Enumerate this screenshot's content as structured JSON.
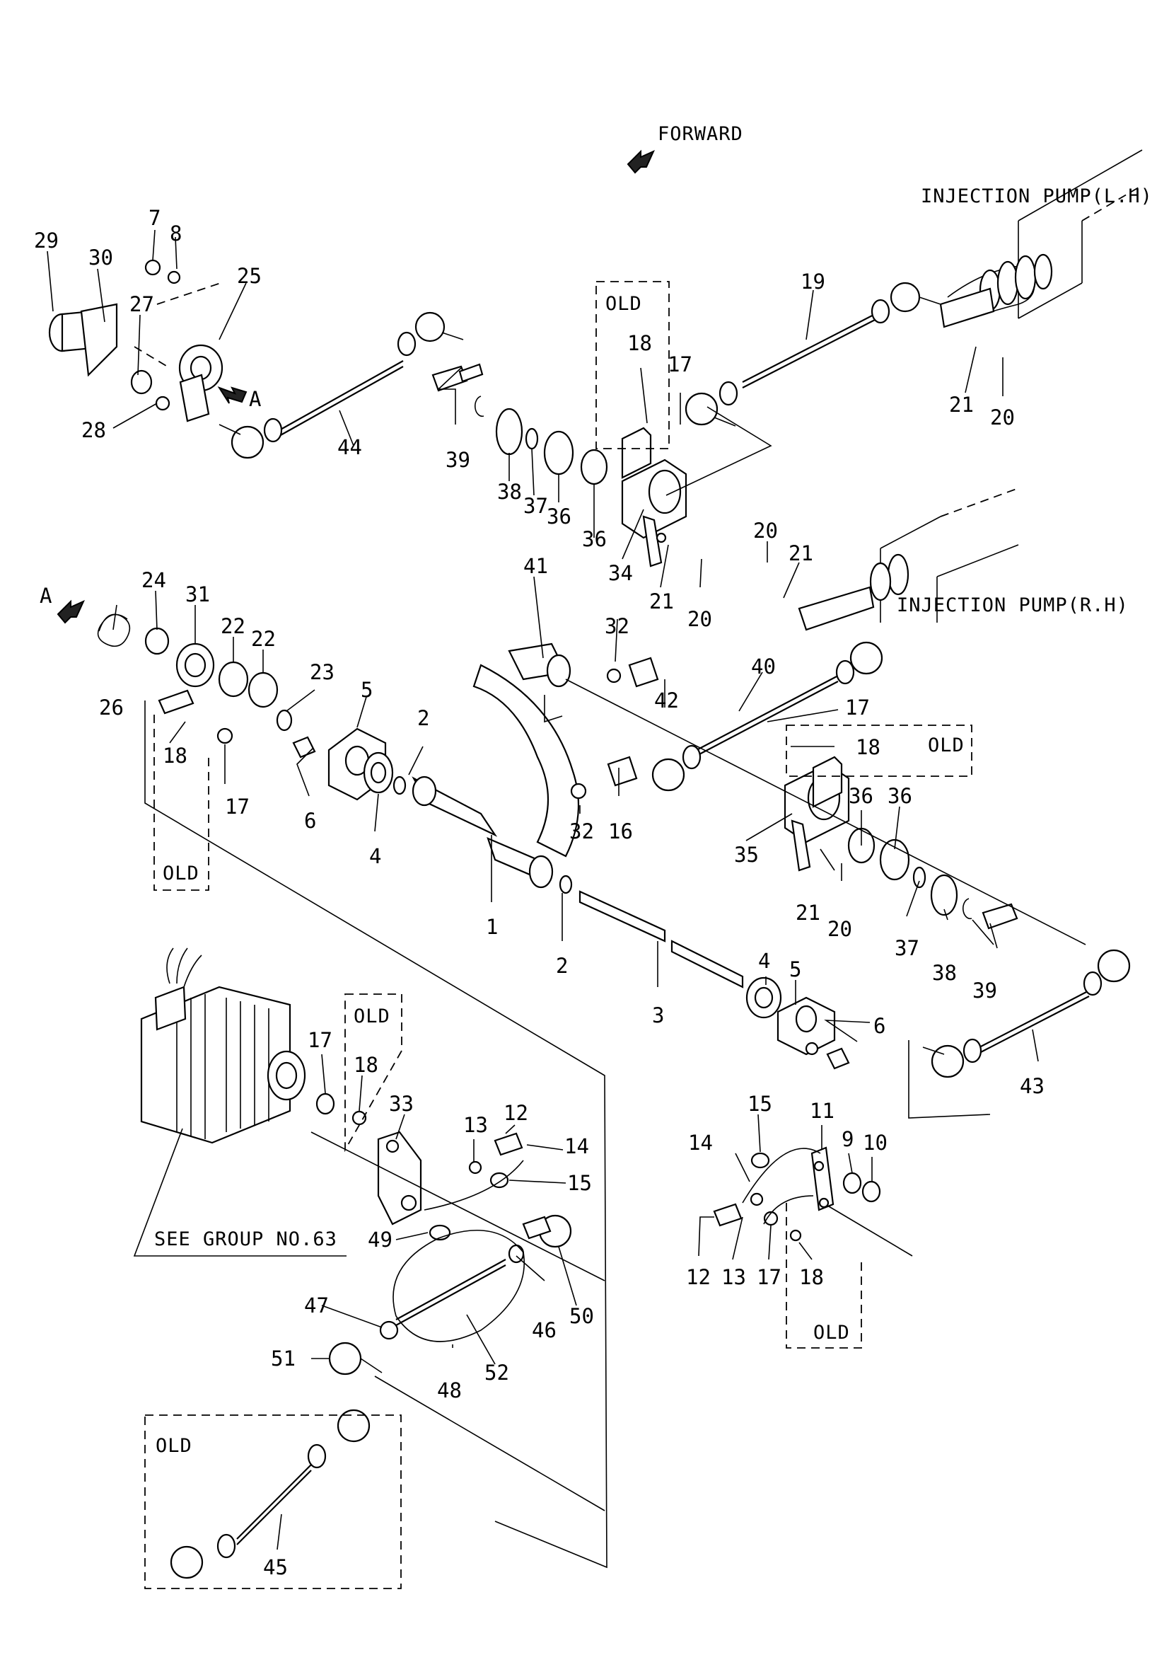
{
  "labels": {
    "forward": "FORWARD",
    "pump_lh": "INJECTION PUMP(L.H)",
    "pump_rh": "INJECTION PUMP(R.H)",
    "see_group": "SEE GROUP NO.63",
    "old": "OLD",
    "view_a": "A"
  },
  "part_numbers": [
    "1",
    "2",
    "3",
    "4",
    "5",
    "6",
    "7",
    "8",
    "9",
    "10",
    "11",
    "12",
    "13",
    "14",
    "15",
    "16",
    "17",
    "18",
    "19",
    "20",
    "21",
    "22",
    "23",
    "24",
    "25",
    "26",
    "27",
    "28",
    "29",
    "30",
    "31",
    "32",
    "33",
    "34",
    "35",
    "36",
    "37",
    "38",
    "39",
    "40",
    "41",
    "42",
    "43",
    "44",
    "45",
    "46",
    "47",
    "48",
    "49",
    "50",
    "51",
    "52"
  ]
}
